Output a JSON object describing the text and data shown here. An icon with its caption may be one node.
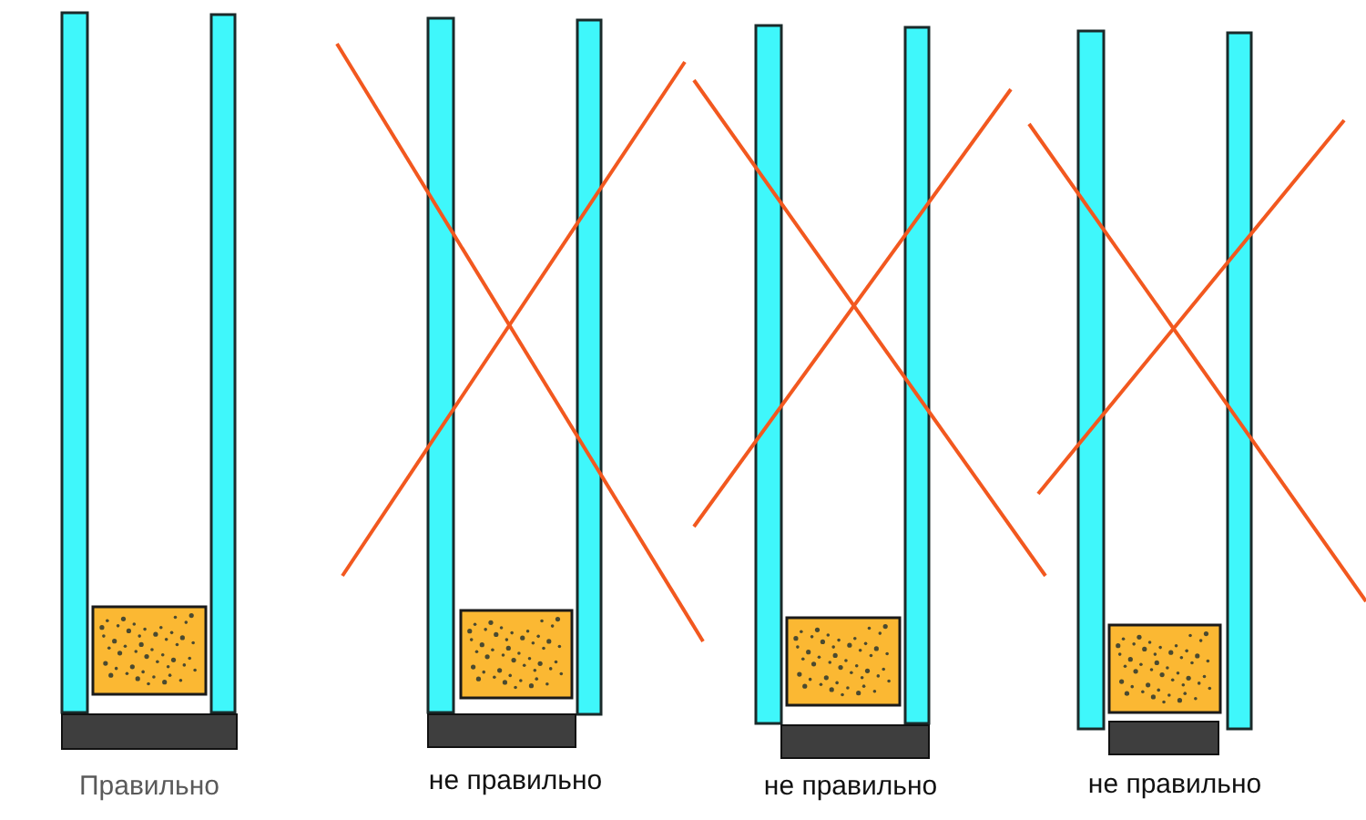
{
  "diagram": {
    "labels": [
      "Правильно",
      "не правильно",
      "не правильно",
      "не правильно"
    ]
  }
}
